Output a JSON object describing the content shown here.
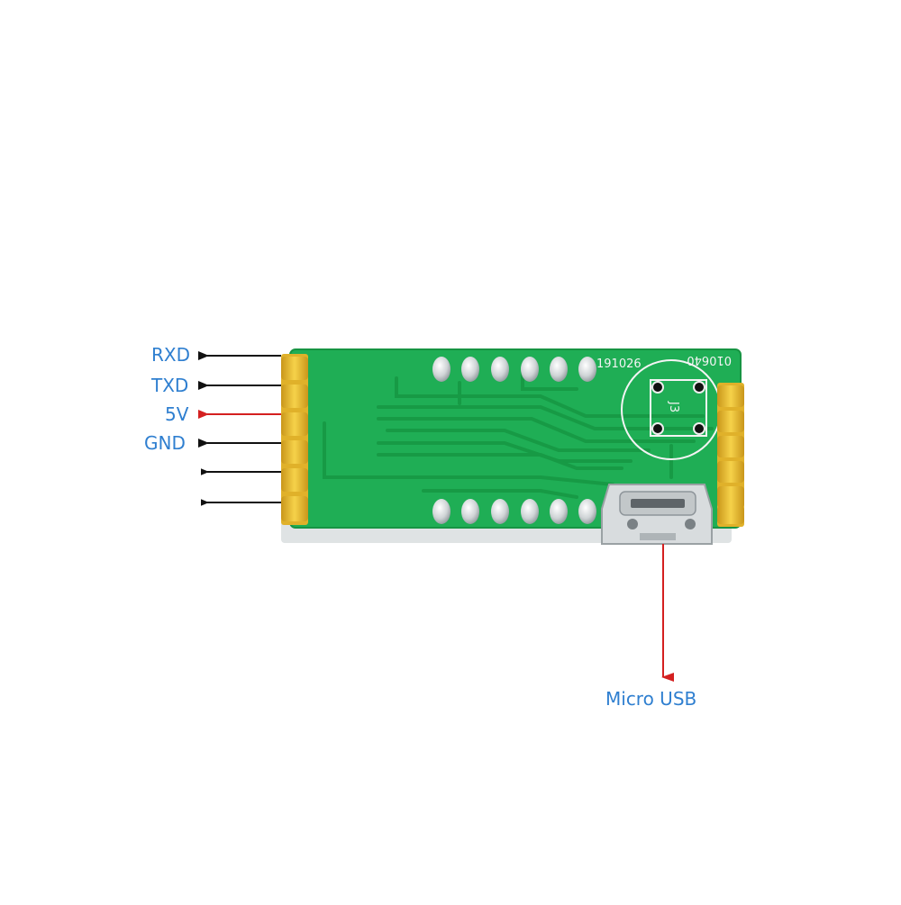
{
  "colors": {
    "label_blue": "#2f7fd0",
    "arrow_black": "#111111",
    "arrow_red": "#d42020",
    "pcb_green": "#1fae55",
    "trace_green": "#179a45",
    "header_gold": "#f2c230",
    "silk_white": "#f4f4f4"
  },
  "pins": {
    "rxd": "RXD",
    "txd": "TXD",
    "v5": "5V",
    "gnd": "GND"
  },
  "usb_label": "Micro USB",
  "silkscreen": {
    "code_left": "191026",
    "code_right": "010640",
    "connector": "J3"
  }
}
